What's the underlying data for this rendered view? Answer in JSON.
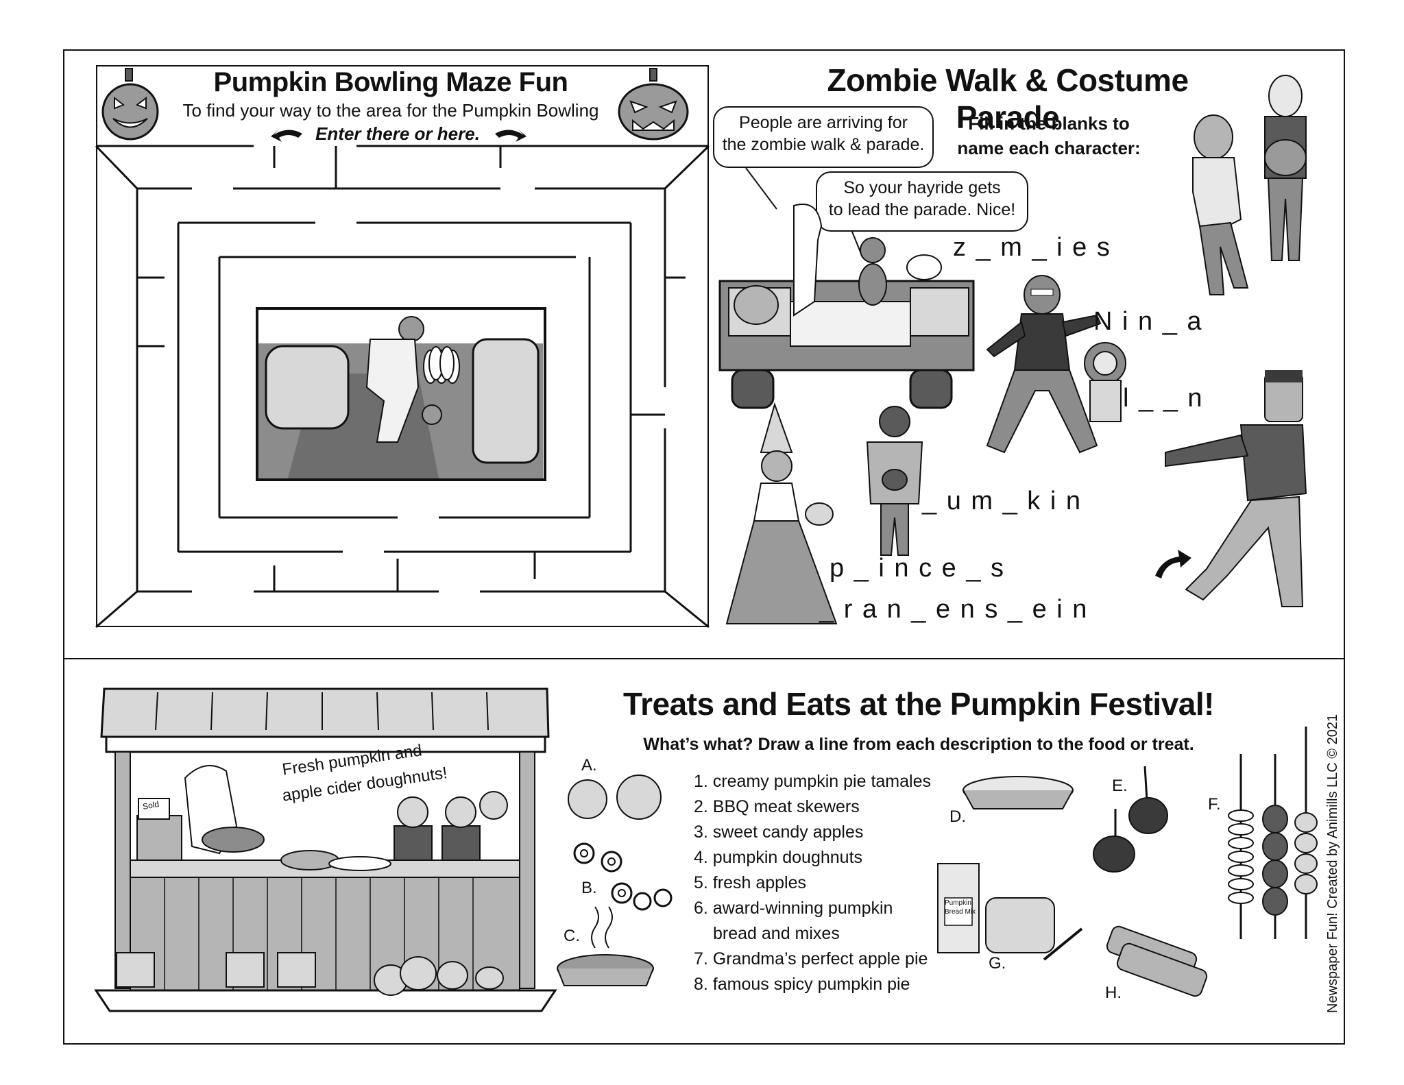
{
  "maze": {
    "title": "Pumpkin Bowling Maze Fun",
    "subtitle": "To find your way to the area for the Pumpkin Bowling",
    "enter_text": "Enter there or here."
  },
  "zombie": {
    "title": "Zombie Walk & Costume Parade",
    "instructions_line1": "Fill in the blanks to",
    "instructions_line2": "name each character:",
    "bubble1_line1": "People are arriving for",
    "bubble1_line2": "the zombie walk & parade.",
    "bubble2_line1": "So your hayride gets",
    "bubble2_line2": "to lead the parade. Nice!",
    "blanks": [
      "z _ m _ i e s",
      "N i n _ a",
      "l _ _ n",
      "_ u m _ k i n",
      "p _ i n c e _ s",
      "_ r a n _ e n s _ e i n"
    ]
  },
  "treats": {
    "title": "Treats and Eats at the Pumpkin Festival!",
    "instructions": "What’s what? Draw a line from each description to the food or treat.",
    "stand_sign_line1": "Fresh pumpkin and",
    "stand_sign_line2": "apple cider doughnuts!",
    "sold_sign": "Sold",
    "bread_mix_label_line1": "Pumpkin",
    "bread_mix_label_line2": "Bread Mix",
    "items": [
      "1. creamy pumpkin pie tamales",
      "2. BBQ meat skewers",
      "3. sweet candy apples",
      "4. pumpkin doughnuts",
      "5. fresh apples",
      "6. award-winning pumpkin",
      "bread and mixes",
      "7. Grandma’s perfect apple pie",
      "8. famous spicy pumpkin pie"
    ],
    "letters": [
      "A.",
      "B.",
      "C.",
      "D.",
      "E.",
      "F.",
      "G.",
      "H."
    ]
  },
  "credit": "Newspaper Fun! Created by Animills LLC © 2021",
  "colors": {
    "ink": "#111111",
    "gray_light": "#cfcfcf",
    "gray_mid": "#9a9a9a",
    "gray_dark": "#5a5a5a"
  }
}
